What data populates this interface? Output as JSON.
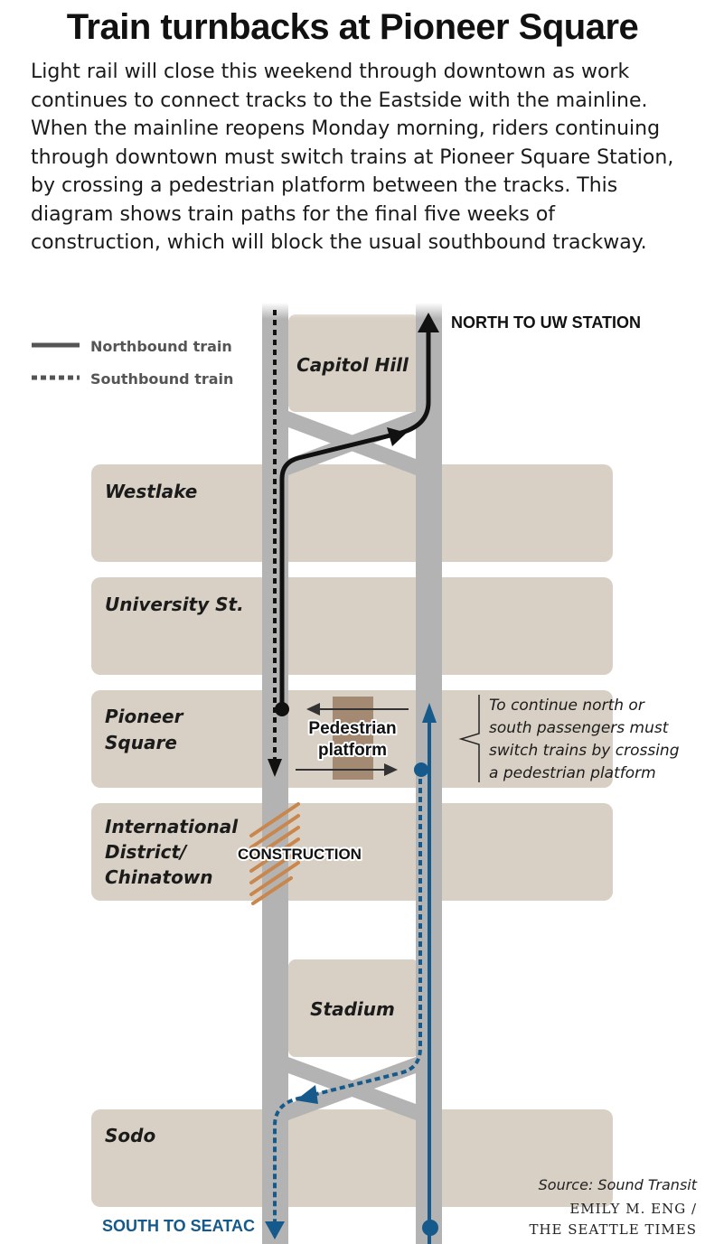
{
  "title": "Train turnbacks at Pioneer Square",
  "intro": "Light rail will close this weekend through downtown as work continues to connect tracks to the Eastside with the mainline. When the mainline reopens Monday morning, riders continuing through downtown must switch trains at Pioneer Square Station, by crossing a pedestrian platform between the tracks. This diagram shows train paths for the final five weeks of construction, which will block the usual southbound trackway.",
  "legend": {
    "northbound": "Northbound train",
    "southbound": "Southbound train"
  },
  "directions": {
    "north": "NORTH TO UW STATION",
    "south": "SOUTH TO SEATAC"
  },
  "stations": {
    "capitol_hill": "Capitol Hill",
    "westlake": "Westlake",
    "university": "University St.",
    "pioneer_1": "Pioneer",
    "pioneer_2": "Square",
    "intl_1": "International",
    "intl_2": "District/",
    "intl_3": "Chinatown",
    "stadium": "Stadium",
    "sodo": "Sodo"
  },
  "platform": {
    "line1": "Pedestrian",
    "line2": "platform"
  },
  "construction": "CONSTRUCTION",
  "note": {
    "line1": "To continue north or",
    "line2": "south passengers must",
    "line3": "switch trains by crossing",
    "line4": "a pedestrian platform"
  },
  "source": "Source: Sound Transit",
  "credit": {
    "line1": "EMILY M. ENG /",
    "line2": "THE SEATTLE TIMES"
  },
  "colors": {
    "track": "#b3b3b3",
    "station": "#d9d0c5",
    "northbound_path": "#111111",
    "southbound_path": "#155a8a",
    "platform": "#a58a73",
    "construction": "#c9874d"
  }
}
